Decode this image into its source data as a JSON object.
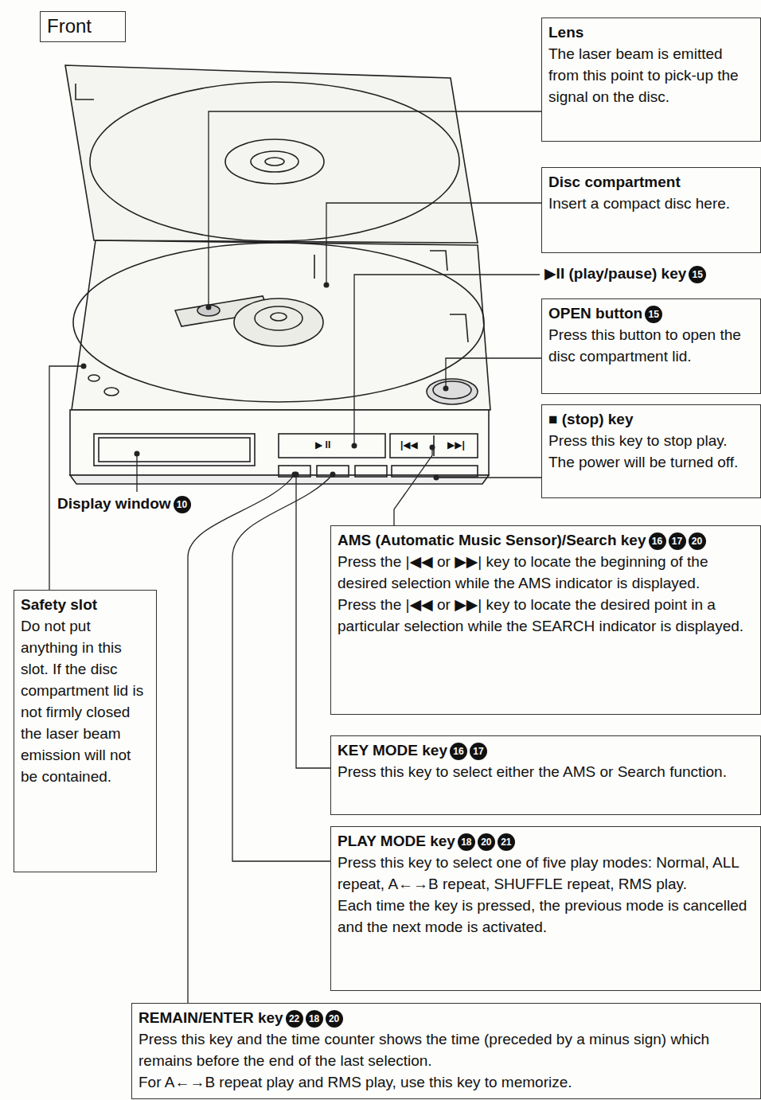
{
  "diagram": {
    "nodes": [
      {
        "text": [
          "Front"
        ]
      },
      {
        "text": [
          "Lens",
          "The laser beam is emitted from this point to pick-up the signal on the disc."
        ]
      },
      {
        "text": [
          "Disc compartment",
          "Insert a compact disc here."
        ]
      },
      {
        "text": [
          "OPEN button",
          "Press this button to open the disc compartment lid."
        ]
      },
      {
        "text": [
          "■ (stop) key",
          "Press this key to stop play. The power will be turned off."
        ]
      },
      {
        "text": [
          "Safety slot",
          "Do not put anything in this slot. If the disc compartment lid is not firmly closed the laser beam emission will not be contained."
        ]
      },
      {
        "text": [
          "AMS (Automatic Music Sensor)/Search key",
          "Press the |◀◀ or ▶▶| key to locate the beginning of the desired selection while the AMS indicator is displayed.",
          "Press the |◀◀ or ▶▶| key to locate the desired point in a particular selection while the SEARCH indicator is displayed."
        ]
      },
      {
        "text": [
          "KEY MODE key",
          "Press this key to select either the AMS or Search function."
        ]
      },
      {
        "text": [
          "PLAY MODE key",
          "Press this key to select one of five play modes: Normal, ALL repeat, A←→B repeat, SHUFFLE repeat, RMS play.",
          "Each time the key is pressed, the previous mode is cancelled and the next mode is activated."
        ]
      },
      {
        "text": [
          "REMAIN/ENTER key",
          "Press this key and the time counter shows the time (preceded by a minus sign) which remains before the end of the last selection.",
          "For A←→B repeat play and RMS play, use this key to memorize."
        ]
      }
    ],
    "labels": [
      "▶II (play/pause) key",
      "15",
      "Display window",
      "10",
      "15",
      "16",
      "17",
      "20",
      "16",
      "17",
      "18",
      "20",
      "21",
      "22",
      "18",
      "20",
      "▶ II",
      "|◀◀",
      "▶▶|"
    ]
  }
}
